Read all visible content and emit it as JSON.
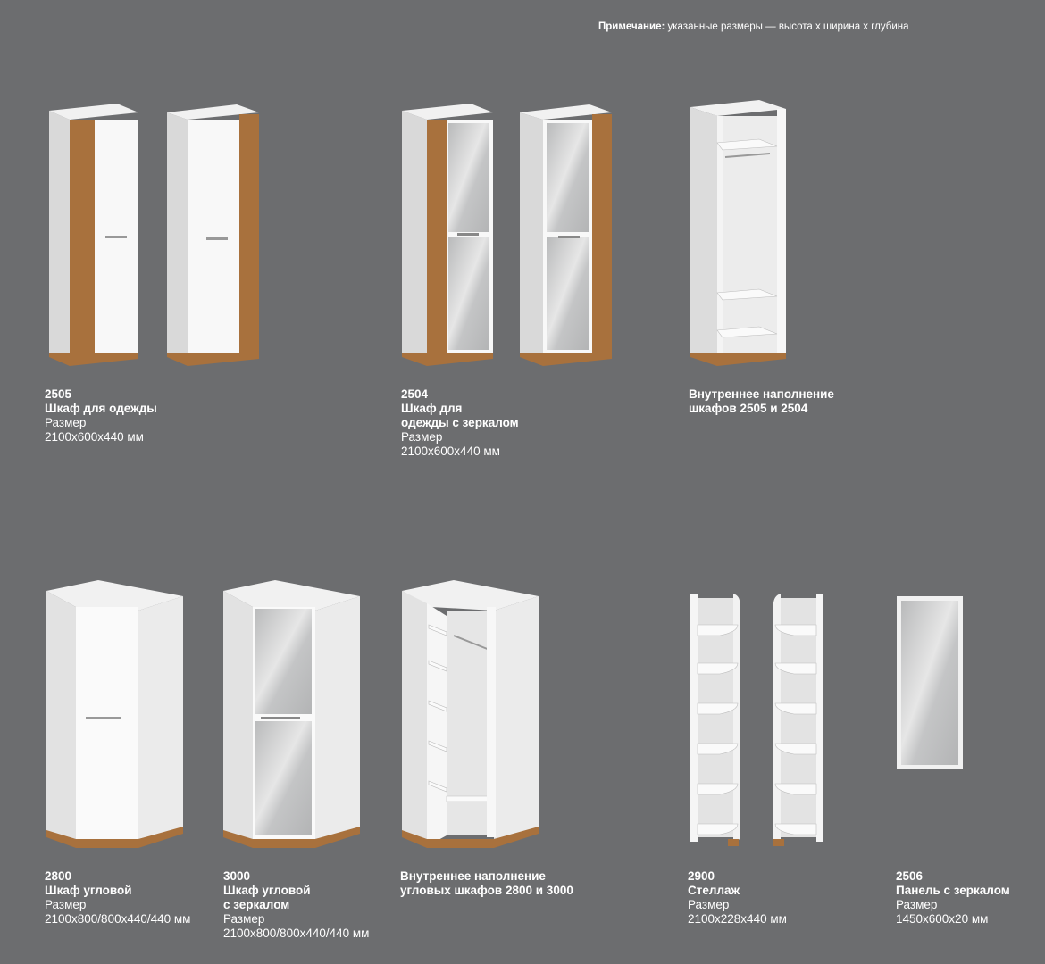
{
  "note": {
    "label": "Примечание:",
    "text": "указанные размеры — высота х ширина х глубина"
  },
  "colors": {
    "background": "#6c6d6f",
    "wood": "#a8713d",
    "white": "#f7f7f7",
    "mirror": "#c9cacb"
  },
  "items": [
    {
      "code": "2505",
      "name": [
        "Шкаф для одежды"
      ],
      "size_label": "Размер",
      "size": "2100x600x440 мм"
    },
    {
      "code": "2504",
      "name": [
        "Шкаф для",
        "одежды с зеркалом"
      ],
      "size_label": "Размер",
      "size": "2100x600x440 мм"
    },
    {
      "name": [
        "Внутреннее наполнение",
        "шкафов 2505 и 2504"
      ]
    },
    {
      "code": "2800",
      "name": [
        "Шкаф угловой"
      ],
      "size_label": "Размер",
      "size": "2100x800/800x440/440 мм"
    },
    {
      "code": "3000",
      "name": [
        "Шкаф угловой",
        "с зеркалом"
      ],
      "size_label": "Размер",
      "size": "2100x800/800x440/440 мм"
    },
    {
      "name": [
        "Внутреннее наполнение",
        "угловых шкафов 2800 и 3000"
      ]
    },
    {
      "code": "2900",
      "name": [
        "Стеллаж"
      ],
      "size_label": "Размер",
      "size": "2100x228x440 мм"
    },
    {
      "code": "2506",
      "name": [
        "Панель с зеркалом"
      ],
      "size_label": "Размер",
      "size": "1450x600x20 мм"
    }
  ]
}
